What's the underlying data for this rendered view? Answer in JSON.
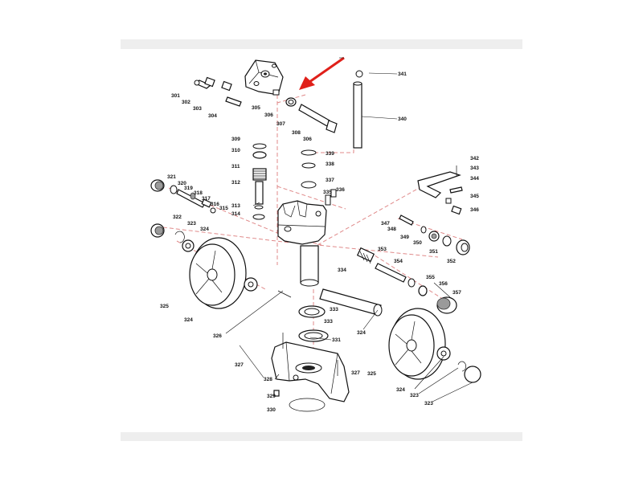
{
  "callouts": [
    {
      "id": "c301",
      "label": "301"
    },
    {
      "id": "c302",
      "label": "302"
    },
    {
      "id": "c303",
      "label": "303"
    },
    {
      "id": "c304",
      "label": "304"
    },
    {
      "id": "c305",
      "label": "305"
    },
    {
      "id": "c306a",
      "label": "306"
    },
    {
      "id": "c307",
      "label": "307"
    },
    {
      "id": "c308",
      "label": "308"
    },
    {
      "id": "c306b",
      "label": "306"
    },
    {
      "id": "c341",
      "label": "341"
    },
    {
      "id": "c340",
      "label": "340"
    },
    {
      "id": "c309",
      "label": "309"
    },
    {
      "id": "c310",
      "label": "310"
    },
    {
      "id": "c311",
      "label": "311"
    },
    {
      "id": "c312",
      "label": "312"
    },
    {
      "id": "c313a",
      "label": "313"
    },
    {
      "id": "c314",
      "label": "314"
    },
    {
      "id": "c339",
      "label": "339"
    },
    {
      "id": "c338",
      "label": "338"
    },
    {
      "id": "c337",
      "label": "337"
    },
    {
      "id": "c335",
      "label": "335"
    },
    {
      "id": "c336",
      "label": "336"
    },
    {
      "id": "c321",
      "label": "321"
    },
    {
      "id": "c320",
      "label": "320"
    },
    {
      "id": "c319",
      "label": "319"
    },
    {
      "id": "c318",
      "label": "318"
    },
    {
      "id": "c317",
      "label": "317"
    },
    {
      "id": "c316",
      "label": "316"
    },
    {
      "id": "c315",
      "label": "315"
    },
    {
      "id": "c322",
      "label": "322"
    },
    {
      "id": "c323a",
      "label": "323"
    },
    {
      "id": "c324a",
      "label": "324"
    },
    {
      "id": "c325a",
      "label": "325"
    },
    {
      "id": "c324b",
      "label": "324"
    },
    {
      "id": "c326",
      "label": "326"
    },
    {
      "id": "c342",
      "label": "342"
    },
    {
      "id": "c343",
      "label": "343"
    },
    {
      "id": "c344",
      "label": "344"
    },
    {
      "id": "c345",
      "label": "345"
    },
    {
      "id": "c346",
      "label": "346"
    },
    {
      "id": "c347",
      "label": "347"
    },
    {
      "id": "c348",
      "label": "348"
    },
    {
      "id": "c349",
      "label": "349"
    },
    {
      "id": "c350",
      "label": "350"
    },
    {
      "id": "c351",
      "label": "351"
    },
    {
      "id": "c352",
      "label": "352"
    },
    {
      "id": "c353",
      "label": "353"
    },
    {
      "id": "c354",
      "label": "354"
    },
    {
      "id": "c355",
      "label": "355"
    },
    {
      "id": "c356",
      "label": "356"
    },
    {
      "id": "c357",
      "label": "357"
    },
    {
      "id": "c334",
      "label": "334"
    },
    {
      "id": "c333a",
      "label": "333"
    },
    {
      "id": "c333b",
      "label": "333"
    },
    {
      "id": "c324c",
      "label": "324"
    },
    {
      "id": "c331",
      "label": "331"
    },
    {
      "id": "c327a",
      "label": "327"
    },
    {
      "id": "c327b",
      "label": "327"
    },
    {
      "id": "c325b",
      "label": "325"
    },
    {
      "id": "c324d",
      "label": "324"
    },
    {
      "id": "c323b",
      "label": "323"
    },
    {
      "id": "c323c",
      "label": "323"
    },
    {
      "id": "c328",
      "label": "328"
    },
    {
      "id": "c329",
      "label": "329"
    },
    {
      "id": "c330",
      "label": "330"
    }
  ],
  "colors": {
    "background": "#ffffff",
    "band": "#eeeeee",
    "line_art": "#111111",
    "assembly_axis": "#e08a8a",
    "pointer_arrow": "#e0201a"
  }
}
